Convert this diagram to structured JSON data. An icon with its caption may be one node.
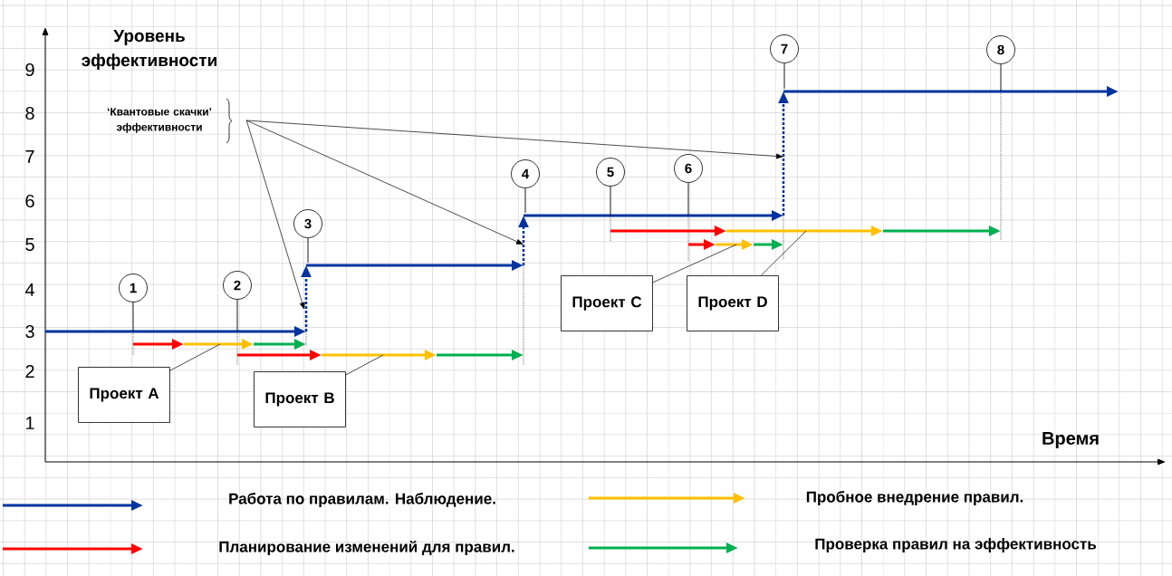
{
  "diagram": {
    "nodes": [
      {
        "text": [
          "1"
        ]
      },
      {
        "text": [
          "2"
        ]
      },
      {
        "text": [
          "3"
        ]
      },
      {
        "text": [
          "4"
        ]
      },
      {
        "text": [
          "5"
        ]
      },
      {
        "text": [
          "6"
        ]
      },
      {
        "text": [
          "7"
        ]
      },
      {
        "text": [
          "8"
        ]
      },
      {
        "text": [
          "Проект A"
        ]
      },
      {
        "text": [
          "Проект B"
        ]
      },
      {
        "text": [
          "Проект C"
        ]
      },
      {
        "text": [
          "Проект D"
        ]
      },
      {
        "text": [
          "‘Квантовые скачки’ эффективности"
        ]
      }
    ],
    "edges": [
      {
        "from": 0,
        "to": null,
        "arrow": "none"
      },
      {
        "from": 1,
        "to": null,
        "arrow": "none"
      },
      {
        "from": 2,
        "to": null,
        "arrow": "none"
      },
      {
        "from": 3,
        "to": null,
        "arrow": "none"
      },
      {
        "from": 4,
        "to": null,
        "arrow": "none"
      },
      {
        "from": 5,
        "to": null,
        "arrow": "none"
      },
      {
        "from": 6,
        "to": null,
        "arrow": "none"
      },
      {
        "from": 7,
        "to": null,
        "arrow": "none"
      },
      {
        "from": 8,
        "to": null,
        "arrow": "none"
      },
      {
        "from": 9,
        "to": null,
        "arrow": "none"
      },
      {
        "from": 10,
        "to": null,
        "arrow": "none"
      },
      {
        "from": 11,
        "to": null,
        "arrow": "none"
      },
      {
        "from": 12,
        "to": null,
        "arrow": "to"
      },
      {
        "from": 12,
        "to": null,
        "arrow": "to"
      },
      {
        "from": 12,
        "to": null,
        "arrow": "to"
      }
    ],
    "labels": [
      "Уровень эффективности",
      "9",
      "8",
      "7",
      "6",
      "5",
      "4",
      "3",
      "2",
      "1",
      "Время"
    ],
    "legend": [
      {
        "text": "Работа по правилам. Наблюдение."
      },
      {
        "text": "Пробное внедрение правил."
      },
      {
        "text": "Планирование изменений для правил."
      },
      {
        "text": "Проверка правил на эффективность"
      }
    ]
  }
}
